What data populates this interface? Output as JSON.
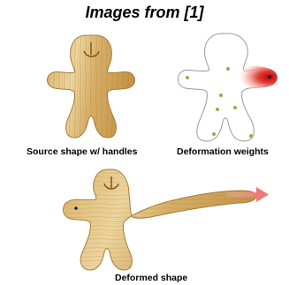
{
  "title": "Images from [1]",
  "panels": {
    "source": {
      "caption": "Source shape w/ handles"
    },
    "weights": {
      "caption": "Deformation weights"
    },
    "deformed": {
      "caption": "Deformed shape"
    }
  },
  "colors": {
    "wood_light": "#e6c98a",
    "wood_dark": "#b88a3c",
    "wood_grain": "#a9772d",
    "outline": "#8a8a8a",
    "handle": "#8fb04a",
    "weight_red": "#d11a1a",
    "arrow": "#f08a8a"
  }
}
